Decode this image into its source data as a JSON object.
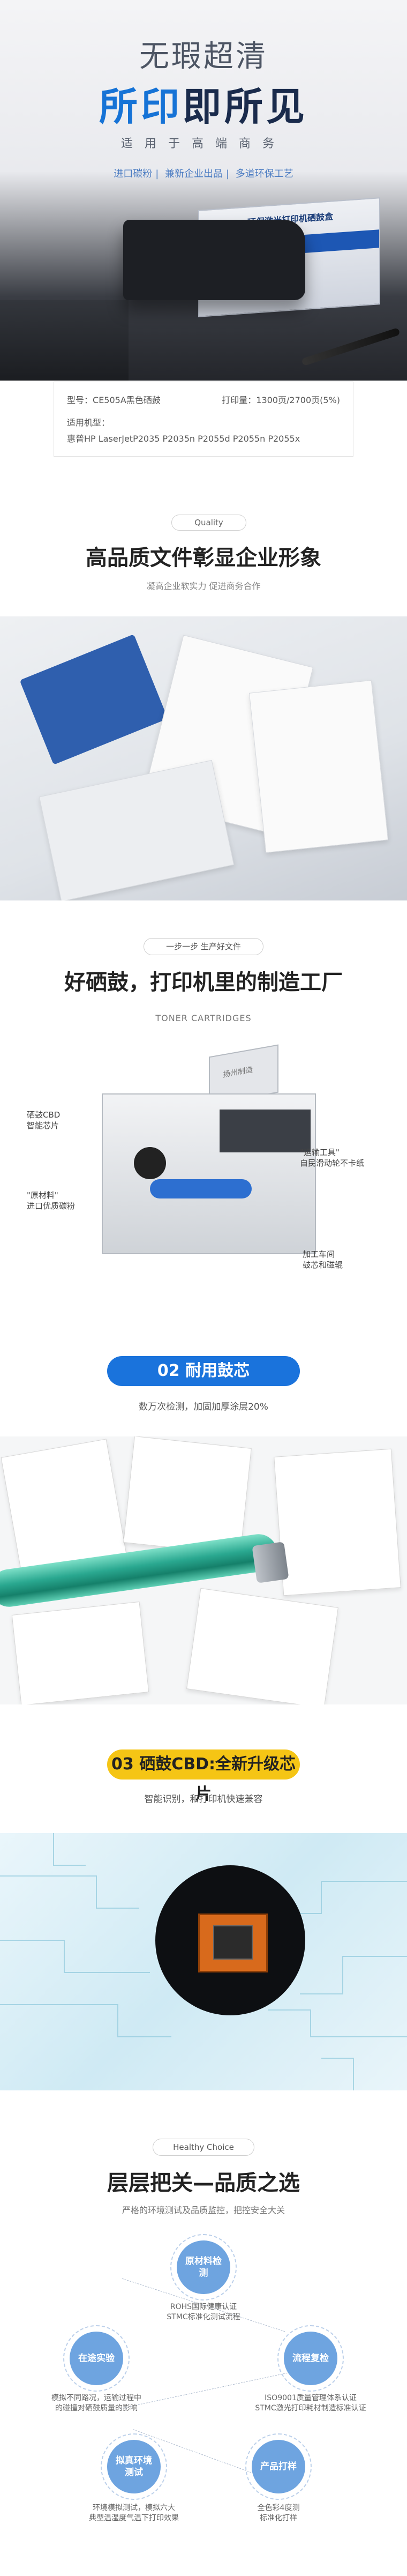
{
  "hero": {
    "title_line1": "无瑕超清",
    "title_line2_highlight": "所印",
    "title_line2_rest": "即所见",
    "subtitle": "适用于高端商务",
    "tags": [
      "进口碳粉",
      "兼新企业出品",
      "多道环保工艺"
    ],
    "box_label": "环保激光打印机硒鼓盒"
  },
  "spec": {
    "model_label": "型号：",
    "model_value": "CE505A黑色硒鼓",
    "yield_label": "打印量：",
    "yield_value": "1300页/2700页(5%)",
    "applicable_label": "适用机型：",
    "applicable_value": "惠普HP LaserJetP2035 P2035n P2055d P2055n P2055x"
  },
  "quality": {
    "pill": "Quality",
    "title": "高品质文件彰显企业形象",
    "subtitle": "凝高企业软实力  促进商务合作"
  },
  "workshop": {
    "pill": "一步一步 生产好文件",
    "title": "好硒鼓，打印机里的制造工厂",
    "subtitle": "TONER CARTRIDGES",
    "callouts": [
      {
        "title": "硒鼓CBD",
        "desc": "智能芯片"
      },
      {
        "title": "\"运输工具\"",
        "desc": "自民滑动轮不卡纸"
      },
      {
        "title": "\"原材料\"",
        "desc": "进口优质碳粉"
      },
      {
        "title": "加工车间",
        "desc": "鼓芯和磁辊"
      }
    ],
    "device_badge": "扬州制造"
  },
  "drum": {
    "title": "02 耐用鼓芯",
    "subtitle": "数万次检测，加固加厚涂层20%"
  },
  "chip": {
    "title": "03 硒鼓CBD:全新升级芯片",
    "subtitle": "智能识别，和打印机快速兼容"
  },
  "healthy": {
    "pill": "Healthy Choice",
    "title": "层层把关—品质之选",
    "subtitle": "严格的环境测试及品质监控，把控安全大关",
    "nodes": [
      {
        "label": "原材料检测",
        "desc": "ROHS国际健康认证\nSTMC标准化测试流程",
        "color": "#6ea4e0"
      },
      {
        "label": "在途实验",
        "desc": "模拟不同路况，运输过程中\n的碰撞对硒鼓质量的影响",
        "color": "#6ea4e0"
      },
      {
        "label": "流程复检",
        "desc": "ISO9001质量管理体系认证\nSTMC激光打印耗材制造标准认证",
        "color": "#6ea4e0"
      },
      {
        "label": "拟真环境测试",
        "desc": "环境模拟测试，模拟六大\n典型温湿度气温下打印效果",
        "color": "#6ea4e0"
      },
      {
        "label": "产品打样",
        "desc": "全色彩4度测\n标准化打样",
        "color": "#6ea4e0"
      }
    ]
  },
  "colors": {
    "accent_blue": "#1a73dc",
    "accent_yellow": "#f5c515",
    "node_blue": "#6ea4e0"
  }
}
